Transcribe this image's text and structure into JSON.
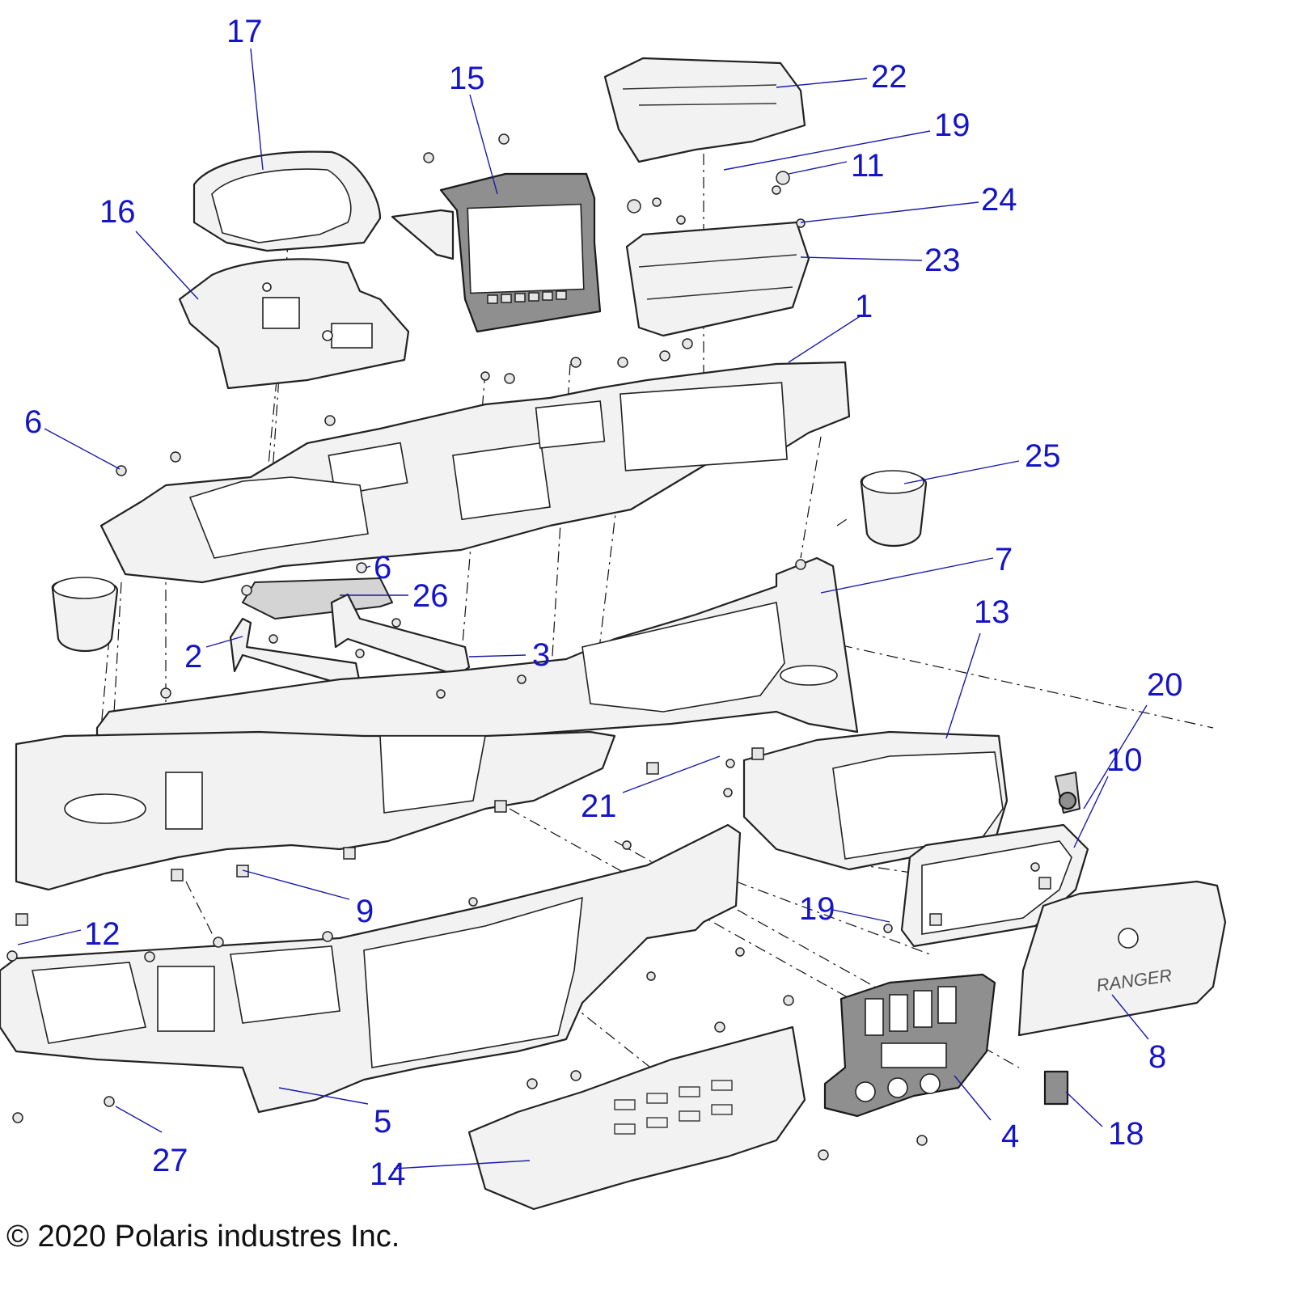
{
  "callouts": [
    {
      "num": "1"
    },
    {
      "num": "2"
    },
    {
      "num": "3"
    },
    {
      "num": "4"
    },
    {
      "num": "5"
    },
    {
      "num": "6"
    },
    {
      "num": "6"
    },
    {
      "num": "7"
    },
    {
      "num": "8"
    },
    {
      "num": "9"
    },
    {
      "num": "10"
    },
    {
      "num": "11"
    },
    {
      "num": "12"
    },
    {
      "num": "13"
    },
    {
      "num": "14"
    },
    {
      "num": "15"
    },
    {
      "num": "16"
    },
    {
      "num": "17"
    },
    {
      "num": "18"
    },
    {
      "num": "19"
    },
    {
      "num": "19"
    },
    {
      "num": "20"
    },
    {
      "num": "21"
    },
    {
      "num": "22"
    },
    {
      "num": "23"
    },
    {
      "num": "24"
    },
    {
      "num": "25"
    },
    {
      "num": "26"
    },
    {
      "num": "27"
    }
  ],
  "copyright": "© 2020 Polaris industres Inc.",
  "colors": {
    "callout": "#1515c8",
    "line": "#222222"
  }
}
